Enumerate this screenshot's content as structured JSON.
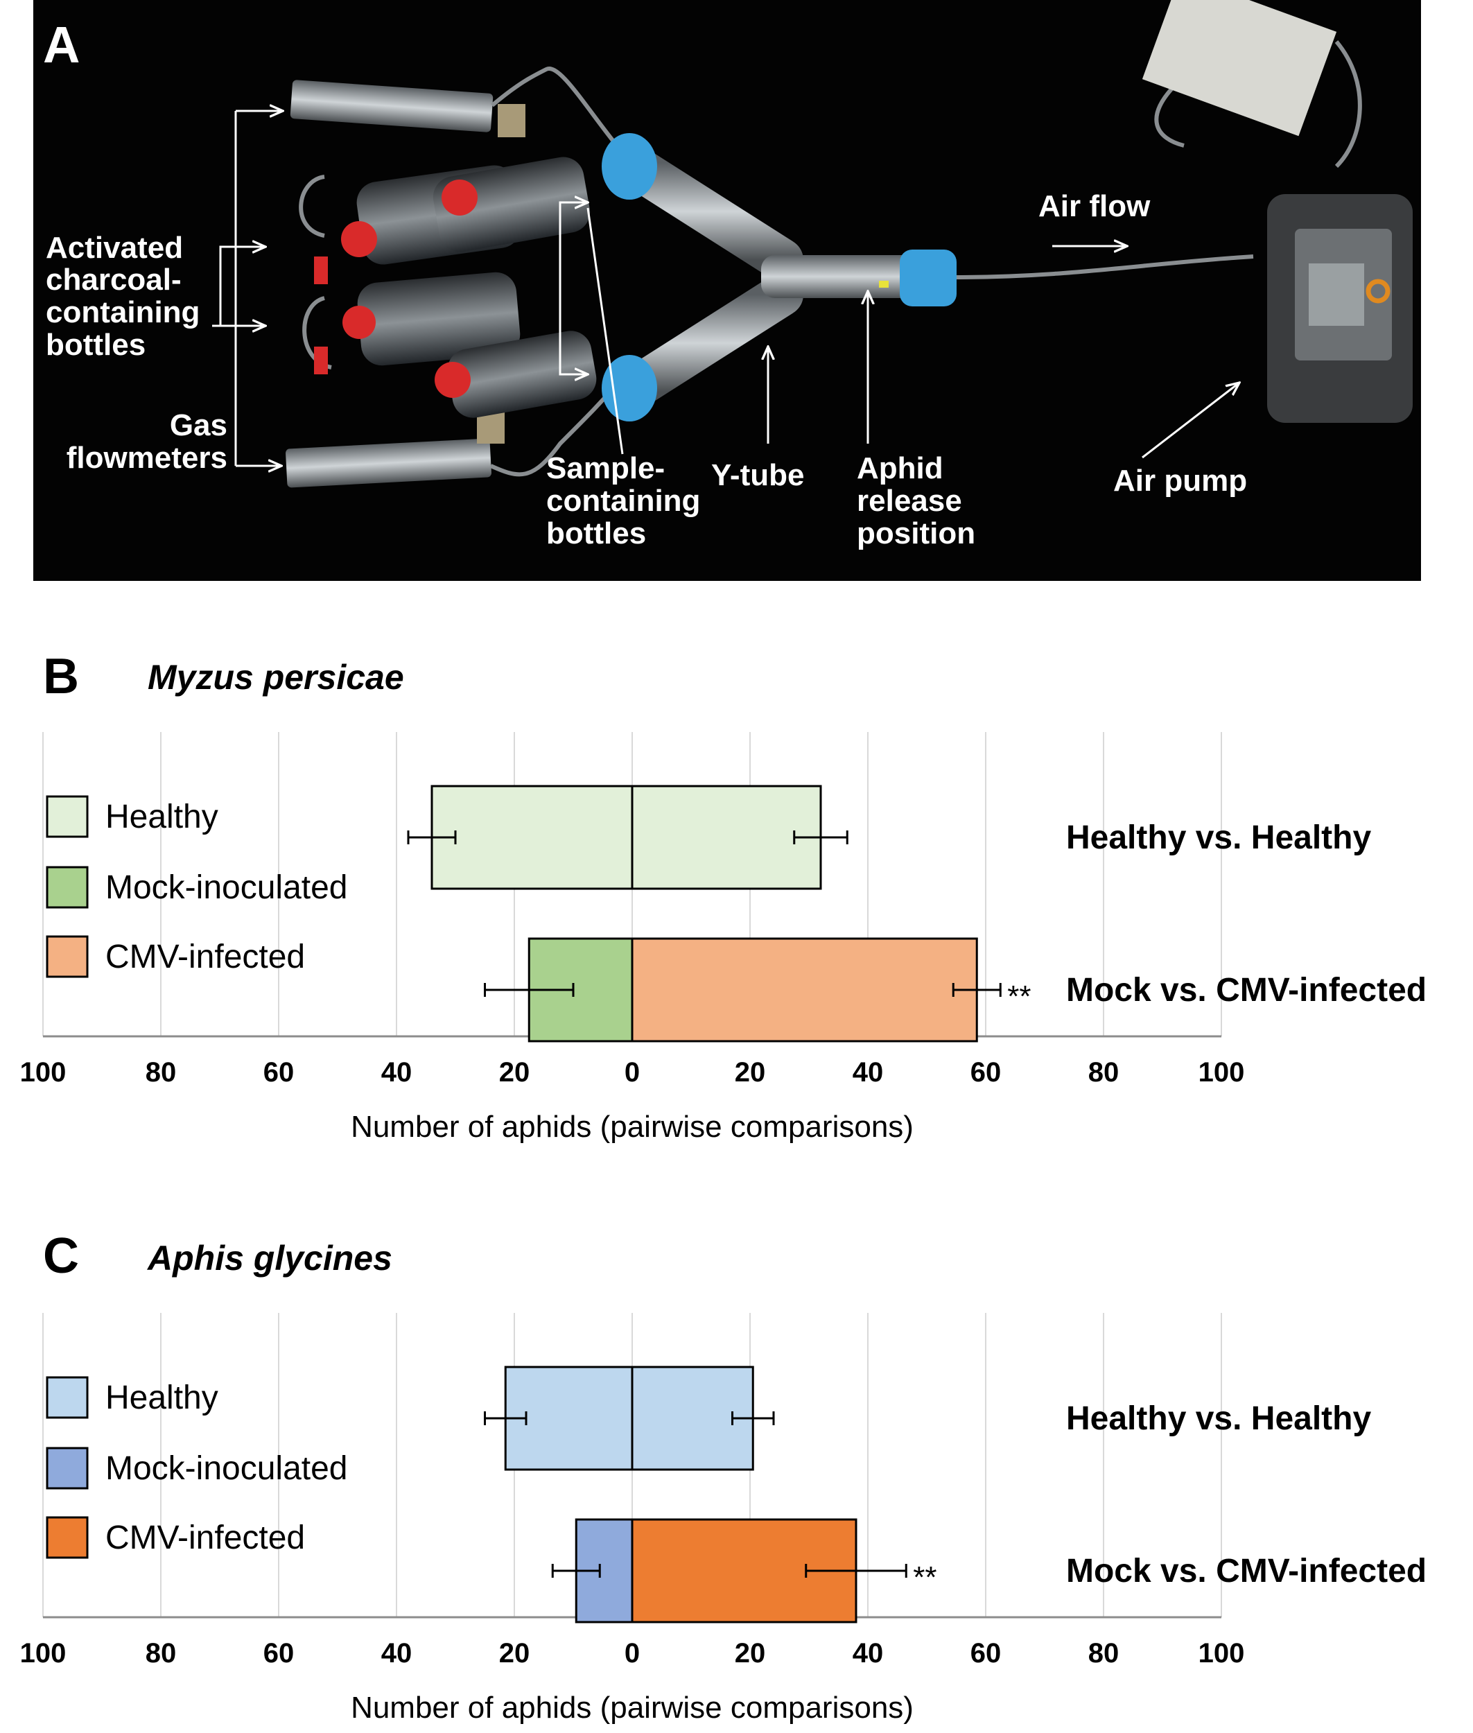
{
  "panel_a": {
    "letter": "A",
    "labels": {
      "activated": [
        "Activated",
        "charcoal-",
        "containing",
        "bottles"
      ],
      "gas": [
        "Gas",
        "flowmeters"
      ],
      "sample": [
        "Sample-",
        "containing",
        "bottles"
      ],
      "ytube": "Y-tube",
      "aphid": [
        "Aphid",
        "release",
        "position"
      ],
      "airflow": "Air flow",
      "airpump": "Air pump"
    },
    "colors": {
      "background": "#030303",
      "cap": "#3aa0dc",
      "red_cap": "#d92a2a",
      "tube": "#c8cdd0"
    }
  },
  "panel_b": {
    "letter": "B",
    "species": "Myzus persicae"
  },
  "panel_c": {
    "letter": "C",
    "species": "Aphis glycines"
  },
  "chart_data": [
    {
      "type": "bar",
      "orientation": "horizontal-diverging",
      "title": "Myzus persicae",
      "xlabel": "Number of aphids (pairwise comparisons)",
      "ticks": [
        "100",
        "80",
        "60",
        "40",
        "20",
        "0",
        "20",
        "40",
        "60",
        "80",
        "100"
      ],
      "xlim": [
        -100,
        100
      ],
      "grid": true,
      "legend_position": "left",
      "legend": [
        {
          "name": "Healthy",
          "color": "#e2f0d9"
        },
        {
          "name": "Mock-inoculated",
          "color": "#a9d18e"
        },
        {
          "name": "CMV-infected",
          "color": "#f4b183"
        }
      ],
      "categories": [
        "Healthy vs. Healthy",
        "Mock vs. CMV-infected"
      ],
      "bars": [
        {
          "left": 34,
          "left_err": 4,
          "right": 32,
          "right_err": 4.5,
          "left_color": "#e2f0d9",
          "right_color": "#e2f0d9",
          "sig": ""
        },
        {
          "left": 17.5,
          "left_err": 7.5,
          "right": 58.5,
          "right_err": 4,
          "left_color": "#a9d18e",
          "right_color": "#f4b183",
          "sig": "**"
        }
      ]
    },
    {
      "type": "bar",
      "orientation": "horizontal-diverging",
      "title": "Aphis glycines",
      "xlabel": "Number of aphids (pairwise comparisons)",
      "ticks": [
        "100",
        "80",
        "60",
        "40",
        "20",
        "0",
        "20",
        "40",
        "60",
        "80",
        "100"
      ],
      "xlim": [
        -100,
        100
      ],
      "grid": true,
      "legend_position": "left",
      "legend": [
        {
          "name": "Healthy",
          "color": "#bdd7ee"
        },
        {
          "name": "Mock-inoculated",
          "color": "#8faadc"
        },
        {
          "name": "CMV-infected",
          "color": "#ed7d31"
        }
      ],
      "categories": [
        "Healthy vs. Healthy",
        "Mock vs. CMV-infected"
      ],
      "bars": [
        {
          "left": 21.5,
          "left_err": 3.5,
          "right": 20.5,
          "right_err": 3.5,
          "left_color": "#bdd7ee",
          "right_color": "#bdd7ee",
          "sig": ""
        },
        {
          "left": 9.5,
          "left_err": 4,
          "right": 38,
          "right_err": 8.5,
          "left_color": "#8faadc",
          "right_color": "#ed7d31",
          "sig": "**"
        }
      ]
    }
  ]
}
